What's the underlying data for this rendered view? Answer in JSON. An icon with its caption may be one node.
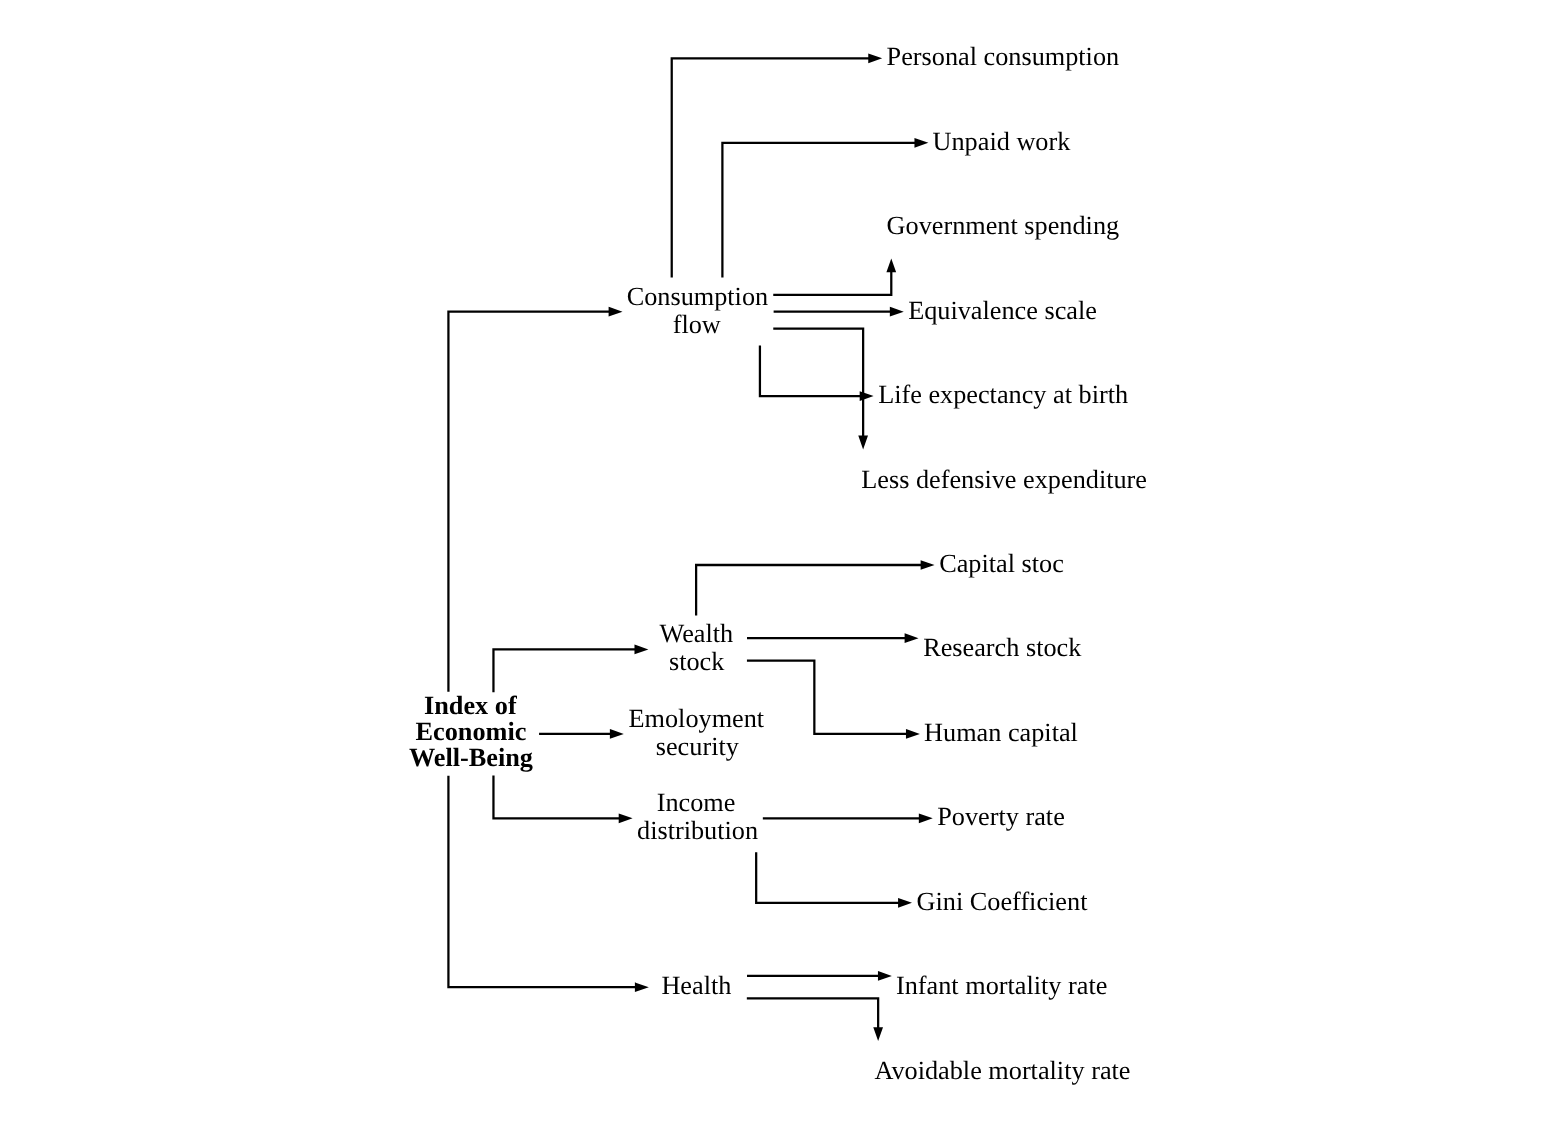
{
  "diagram": {
    "nodes": [
      {
        "text": [
          "Index of Economic Well-Being"
        ]
      },
      {
        "text": [
          "Consumption flow"
        ]
      },
      {
        "text": [
          "Wealth stock"
        ]
      },
      {
        "text": [
          "Emoloyment security"
        ]
      },
      {
        "text": [
          "Income distribution"
        ]
      },
      {
        "text": [
          "Health"
        ]
      },
      {
        "text": [
          "Personal consumption"
        ]
      },
      {
        "text": [
          "Unpaid work"
        ]
      },
      {
        "text": [
          "Government spending"
        ]
      },
      {
        "text": [
          "Equivalence scale"
        ]
      },
      {
        "text": [
          "Life expectancy at birth"
        ]
      },
      {
        "text": [
          "Less defensive expenditure"
        ]
      },
      {
        "text": [
          "Capital stoc"
        ]
      },
      {
        "text": [
          "Research stock"
        ]
      },
      {
        "text": [
          "Human capital"
        ]
      },
      {
        "text": [
          "Poverty rate"
        ]
      },
      {
        "text": [
          "Gini Coefficient"
        ]
      },
      {
        "text": [
          "Infant mortality rate"
        ]
      },
      {
        "text": [
          "Avoidable mortality rate"
        ]
      }
    ],
    "edges": [
      {
        "from": 0,
        "to": 1,
        "arrow": "to"
      },
      {
        "from": 0,
        "to": 2,
        "arrow": "to"
      },
      {
        "from": 0,
        "to": 3,
        "arrow": "to"
      },
      {
        "from": 0,
        "to": 4,
        "arrow": "to"
      },
      {
        "from": 0,
        "to": 5,
        "arrow": "to"
      },
      {
        "from": 1,
        "to": 6,
        "arrow": "to"
      },
      {
        "from": 1,
        "to": 7,
        "arrow": "to"
      },
      {
        "from": 1,
        "to": 8,
        "arrow": "to"
      },
      {
        "from": 1,
        "to": 9,
        "arrow": "to"
      },
      {
        "from": 1,
        "to": 10,
        "arrow": "to"
      },
      {
        "from": 1,
        "to": 11,
        "arrow": "to"
      },
      {
        "from": 2,
        "to": 12,
        "arrow": "to"
      },
      {
        "from": 2,
        "to": 13,
        "arrow": "to"
      },
      {
        "from": 2,
        "to": 14,
        "arrow": "to"
      },
      {
        "from": 4,
        "to": 15,
        "arrow": "to"
      },
      {
        "from": 4,
        "to": 16,
        "arrow": "to"
      },
      {
        "from": 5,
        "to": 17,
        "arrow": "to"
      },
      {
        "from": 5,
        "to": 18,
        "arrow": "to"
      }
    ]
  }
}
